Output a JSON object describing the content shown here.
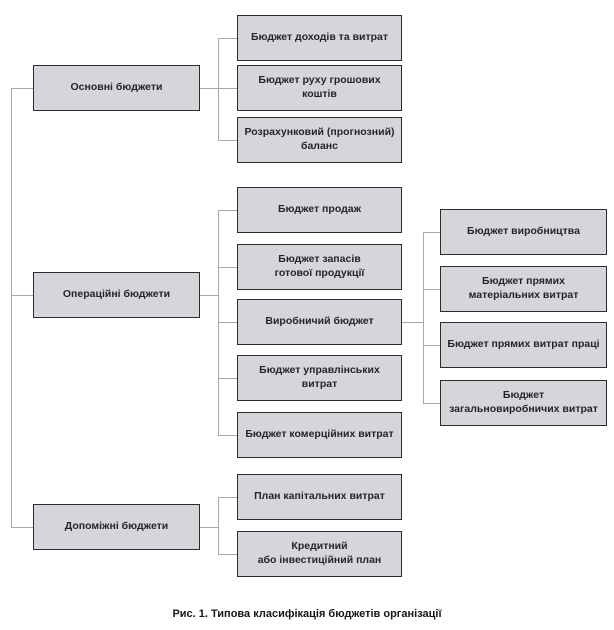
{
  "caption": "Рис. 1. Типова класифікація бюджетів організації",
  "colors": {
    "box_fill": "#d6d6da",
    "box_border": "#2c2c30",
    "connector_line": "#a8a8ac",
    "box_text": "#22252e",
    "caption_text": "#17171a",
    "background": "#ffffff"
  },
  "groups": [
    {
      "parent": "Основні бюджети",
      "children": [
        "Бюджет доходів та витрат",
        "Бюджет руху грошових коштів",
        "Розрахунковий (прогнозний)\nбаланс"
      ]
    },
    {
      "parent": "Операційні бюджети",
      "children": [
        "Бюджет продаж",
        "Бюджет запасів\nготової продукції",
        "Виробничий бюджет",
        "Бюджет управлінських витрат",
        "Бюджет комерційних витрат"
      ],
      "production_children": [
        "Бюджет виробництва",
        "Бюджет прямих\nматеріальних витрат",
        "Бюджет прямих витрат праці",
        "Бюджет\nзагальновиробничих витрат"
      ]
    },
    {
      "parent": "Допоміжні бюджети",
      "children": [
        "План капітальних витрат",
        "Кредитний\nабо інвестиційний план"
      ]
    }
  ]
}
